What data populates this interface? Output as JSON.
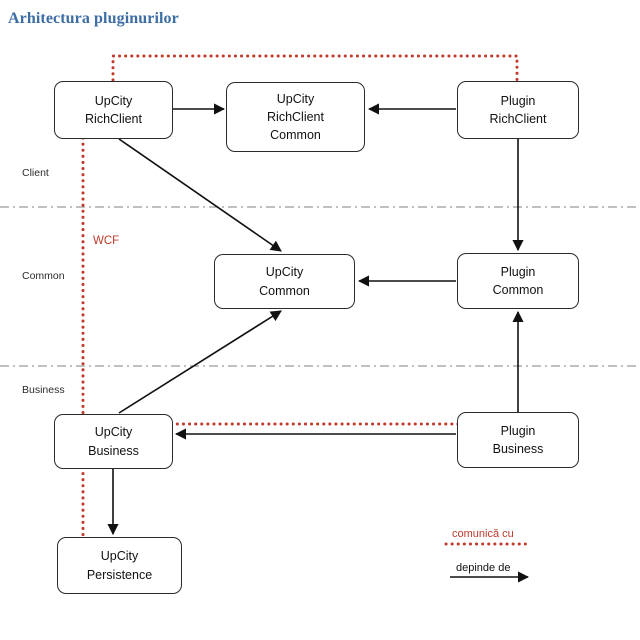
{
  "title": "Arhitectura pluginurilor",
  "colors": {
    "title": "#3d6da5",
    "communicates": "#c0392b",
    "depends": "#111111",
    "node_border": "#2b2b2b",
    "zone_divider": "#9a9a9a"
  },
  "zones": [
    {
      "id": "client",
      "label": "Client"
    },
    {
      "id": "common",
      "label": "Common"
    },
    {
      "id": "business",
      "label": "Business"
    }
  ],
  "nodes": [
    {
      "id": "upcity-richclient",
      "lines": [
        "UpCity",
        "RichClient"
      ]
    },
    {
      "id": "upcity-richclient-common",
      "lines": [
        "UpCity",
        "RichClient",
        "Common"
      ]
    },
    {
      "id": "plugin-richclient",
      "lines": [
        "Plugin",
        "RichClient"
      ]
    },
    {
      "id": "upcity-common",
      "lines": [
        "UpCity",
        "Common"
      ]
    },
    {
      "id": "plugin-common",
      "lines": [
        "Plugin",
        "Common"
      ]
    },
    {
      "id": "upcity-business",
      "lines": [
        "UpCity",
        "Business"
      ]
    },
    {
      "id": "plugin-business",
      "lines": [
        "Plugin",
        "Business"
      ]
    },
    {
      "id": "upcity-persistence",
      "lines": [
        "UpCity",
        "Persistence"
      ]
    }
  ],
  "annotations": {
    "wcf": "WCF"
  },
  "legend": {
    "communicates": "comunică cu",
    "depends": "depinde de"
  },
  "edges_depends": [
    {
      "from": "upcity-richclient",
      "to": "upcity-richclient-common"
    },
    {
      "from": "plugin-richclient",
      "to": "upcity-richclient-common"
    },
    {
      "from": "upcity-richclient",
      "to": "upcity-common"
    },
    {
      "from": "plugin-richclient",
      "to": "plugin-common"
    },
    {
      "from": "plugin-common",
      "to": "upcity-common"
    },
    {
      "from": "plugin-business",
      "to": "plugin-common"
    },
    {
      "from": "upcity-business",
      "to": "upcity-common"
    },
    {
      "from": "plugin-business",
      "to": "upcity-business"
    },
    {
      "from": "upcity-business",
      "to": "upcity-persistence"
    }
  ],
  "edges_communicates": [
    {
      "from": "upcity-richclient",
      "to": "plugin-richclient"
    },
    {
      "from": "plugin-business",
      "to": "upcity-business"
    },
    {
      "from": "upcity-richclient",
      "to": "upcity-persistence"
    }
  ]
}
